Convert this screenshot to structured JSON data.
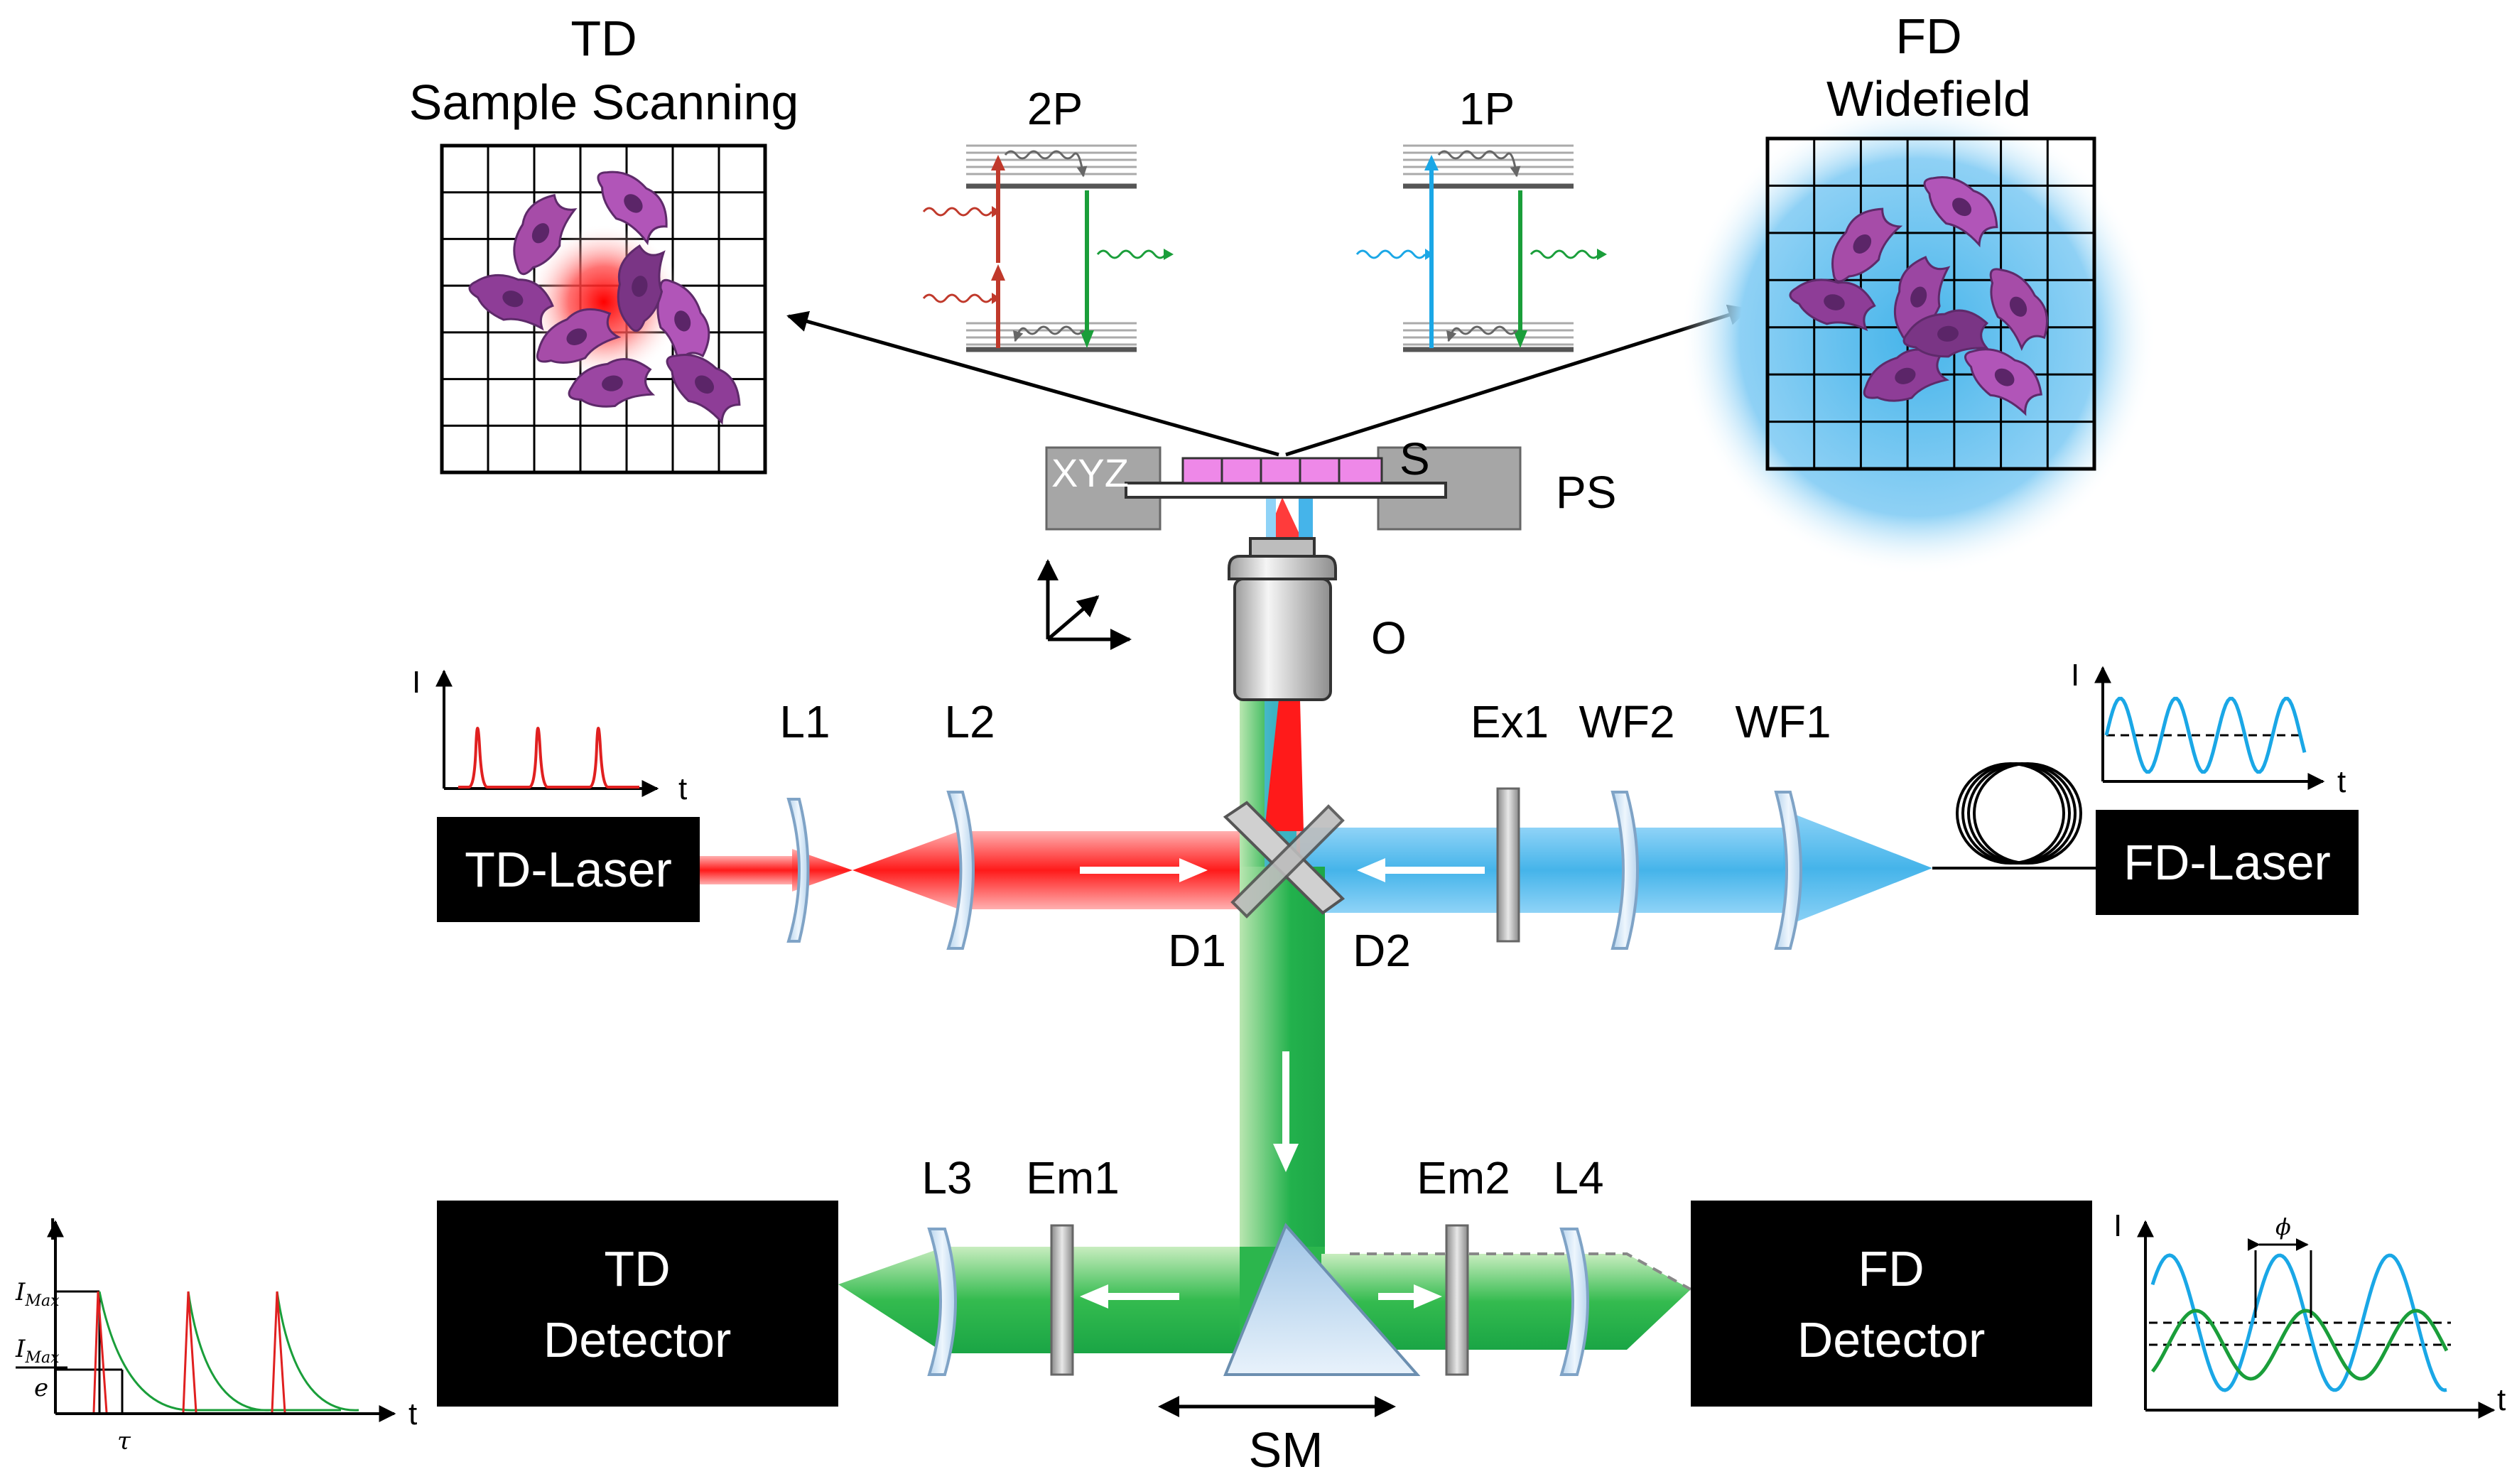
{
  "labels": {
    "td_title_1": "TD",
    "td_title_2": "Sample Scanning",
    "fd_title_1": "FD",
    "fd_title_2": "Widefield",
    "two_photon": "2P",
    "one_photon": "1P",
    "xyz": "XYZ",
    "sample": "S",
    "piezo_stage": "PS",
    "objective": "O",
    "l1": "L1",
    "l2": "L2",
    "l3": "L3",
    "l4": "L4",
    "ex1": "Ex1",
    "wf1": "WF1",
    "wf2": "WF2",
    "d1": "D1",
    "d2": "D2",
    "em1": "Em1",
    "em2": "Em2",
    "sm": "SM"
  },
  "boxes": {
    "td_laser": "TD-Laser",
    "fd_laser": "FD-Laser",
    "td_detector_1": "TD",
    "td_detector_2": "Detector",
    "fd_detector_1": "FD",
    "fd_detector_2": "Detector"
  },
  "insets": {
    "intensity_axis": "I",
    "time_axis": "t",
    "i_max": "I",
    "i_max_sub": "Max",
    "i_max_e_num": "I",
    "i_max_e_sub": "Max",
    "i_max_e_den": "e",
    "tau": "τ",
    "phi": "ϕ"
  },
  "colors": {
    "td_red": "#ff1a1a",
    "fd_blue": "#45b4ea",
    "emission_green": "#1fb24a",
    "cell_purple": "#a64ca8",
    "box_black": "#000000"
  }
}
